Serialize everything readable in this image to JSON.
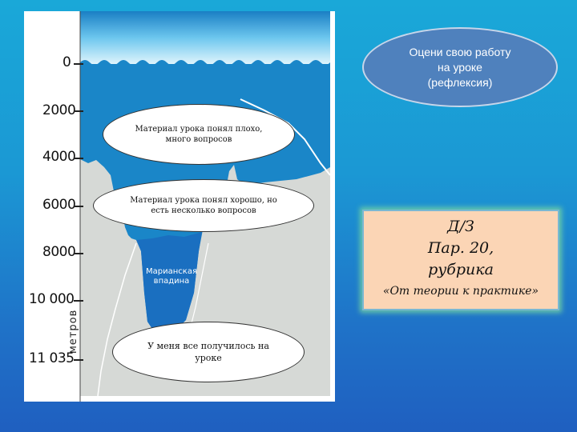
{
  "depth_axis": {
    "labels": [
      "0",
      "2000",
      "4000",
      "6000",
      "8000",
      "10 000",
      "11 035"
    ],
    "unit": "метров"
  },
  "trench_label": [
    "Марианская",
    "впадина"
  ],
  "ovals": [
    {
      "text": "Материал урока понял плохо, много вопросов"
    },
    {
      "text": "Материал урока понял хорошо, но есть несколько вопросов"
    },
    {
      "text": "У меня все получилось на уроке"
    }
  ],
  "reflection": {
    "lines": [
      "Оцени свою работу",
      "на уроке",
      "(рефлексия)"
    ]
  },
  "homework": {
    "lines": [
      "Д/З",
      "Пар. 20,",
      "рубрика",
      "«От теории к практике»"
    ]
  },
  "colors": {
    "background_top": "#1aa8d8",
    "background_bottom": "#1f5fc0",
    "sky": "#7fd0f0",
    "water": "#1a86c8",
    "seabed": "#d6d9d6",
    "trench": "#1a6fc0",
    "reflection_oval": "#4f81bd",
    "homework_box": "#fbd5b5"
  }
}
